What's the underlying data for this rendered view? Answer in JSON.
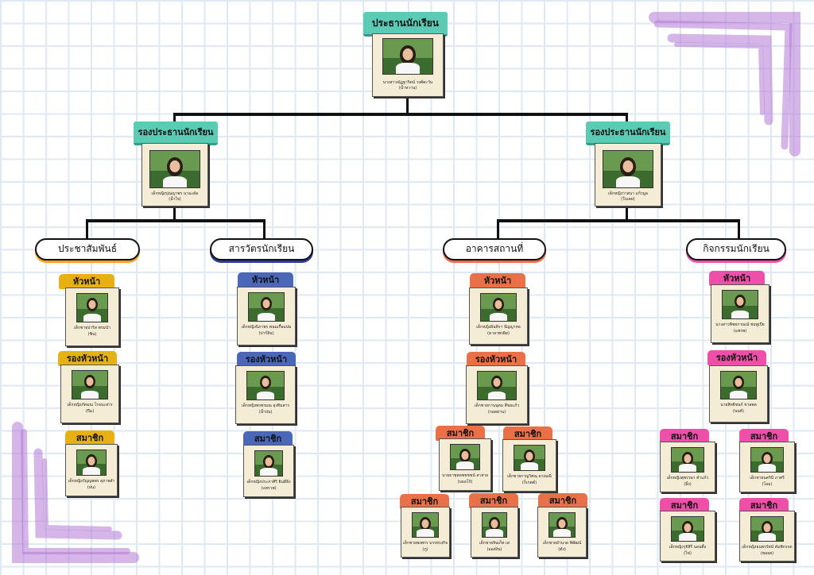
{
  "president": {
    "title": "ประธานนักเรียน",
    "caption": [
      "นางสาวณัฏฐาริตน์ วงศ์ตะวัน",
      "(น้ำหวาน)"
    ]
  },
  "vice_left": {
    "title": "รองประธานนักเรียน",
    "caption": [
      "เด็กหญิงปุณญาพร นามะดัด",
      "(น้ำใจ)"
    ]
  },
  "vice_right": {
    "title": "รองประธานนักเรียน",
    "caption": [
      "เด็กหญิงวาสนา แก้วมูล",
      "(ใบเตย)"
    ]
  },
  "departments": {
    "pr": "ประชาสัมพันธ์",
    "sarawat": "สารวัตรนักเรียน",
    "building": "อาคารสถานที่",
    "activity": "กิจกรรมนักเรียน"
  },
  "roles": {
    "head": "หัวหน้า",
    "deputy": "รองหัวหน้า",
    "member": "สมาชิก"
  },
  "pr": {
    "head": [
      "เด็กชายปาริส พรมนำ",
      "(ซิน)"
    ],
    "deputy": [
      "เด็กหญิงภัคมณ โรจนะสาร",
      "(ปีม)"
    ],
    "member": [
      "เด็กหญิงกัญญพพร สุภาพลำ",
      "(ฝน)"
    ]
  },
  "sarawat": {
    "head": [
      "เด็กหญิงนิภาพร พนมเกื้อมปม",
      "(ปาร์ลิน)"
    ],
    "deputy": [
      "เด็กหญิงพรพรมณ อุ่งทิมสาร",
      "(น้ำปน)"
    ],
    "member": [
      "เด็กหญิงประภาศิริ ยินดีอิ่ง",
      "(แพรวพ)"
    ]
  },
  "building": {
    "head": [
      "เด็กหญิงอินทิรา ปัญญาทอ",
      "(ดาลาพรผิด)"
    ],
    "deputy": [
      "เด็กชายกานนุดม สี่ขอแก้ว",
      "(กอดผ่าน)"
    ],
    "member1": [
      "นายธาชุพลชชชชน์ สาสาย",
      "(บอลโก้)"
    ],
    "member2": [
      "เด็กชายกาญวิศณุ ดวงมณี",
      "(ก็เกตต์)"
    ],
    "member3": [
      "เด็กชายพงศกร บรรทรงกิจ",
      "(ภู)"
    ],
    "member4": [
      "เด็กชายจินเก็ท เด่",
      "(ออตงิน)"
    ],
    "member5": [
      "เด็กชายอำนาด พิพัฒน์",
      "(ตัง)"
    ]
  },
  "activity": {
    "head": [
      "นางสาวพิชยกาณณ์ ชมพูเปีย",
      "(แพรพ)"
    ],
    "deputy": [
      "นายสิทธิชนก์ ชวลพล",
      "(นนท์)"
    ],
    "member1": [
      "เด็กหญิงสุพรรษา คำแก้ว",
      "(อิ้ง)"
    ],
    "member2": [
      "เด็กชายนครินี ภาศรี",
      "(โอม)"
    ],
    "member3": [
      "เด็กหญิงรุจิสิรี นอนติ้ง",
      "(ไข่)"
    ],
    "member4": [
      "เด็กหญิงธนพรรัตน์ คัมพิกรกด",
      "(พลอย)"
    ]
  },
  "colors": {
    "teal": "#5ccbb6",
    "orange": "#f5a322",
    "navy": "#2d3e96",
    "coral": "#ea7048",
    "pink": "#ee4fa8",
    "gold": "#e8b113",
    "blue": "#4a67b8",
    "purple": "#b57ad6"
  },
  "icons": [
    "crayon-corner-top-right",
    "crayon-corner-bottom-left"
  ]
}
